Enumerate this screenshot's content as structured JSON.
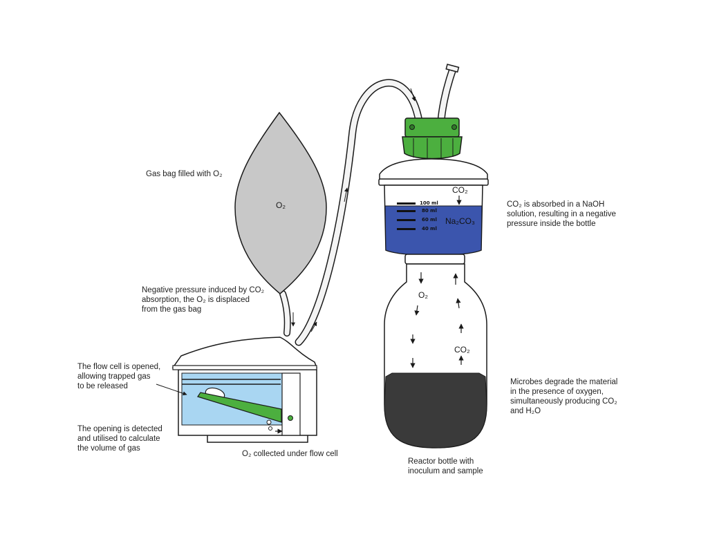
{
  "labels": {
    "gas_bag": "Gas bag filled with O₂",
    "bag_gas": "O₂",
    "negative_pressure": [
      "Negative pressure induced by CO₂",
      "absorption, the O₂ is displaced",
      "from the gas bag"
    ],
    "flow_cell_opened": [
      "The flow cell is opened,",
      "allowing trapped gas",
      "to be released"
    ],
    "opening_detected": [
      "The opening is detected",
      "and utilised to calculate",
      "the volume of gas"
    ],
    "o2_collected": "O₂ collected under flow cell",
    "co2_absorbed": [
      "CO₂ is absorbed in a NaOH",
      "solution, resulting in a negative",
      "pressure inside the bottle"
    ],
    "microbes": [
      "Microbes degrade the material",
      "in the presence of oxygen,",
      "simultaneously producing CO₂",
      "and H₂O"
    ],
    "reactor_bottle": [
      "Reactor bottle with",
      "inoculum and sample"
    ],
    "cup_co2": "CO₂",
    "cup_solution": "Na₂CO₃",
    "bottle_o2": "O₂",
    "bottle_co2": "CO₂"
  },
  "scale_marks": [
    "100 ml",
    "80 ml",
    "60 ml",
    "40 ml"
  ],
  "colors": {
    "outline": "#1a1a1a",
    "bag_fill": "#c8c8c8",
    "cap_green": "#4caf3f",
    "solution_blue": "#3b55ad",
    "water_blue": "#a9d6f2",
    "sample_dark": "#3a3a3a",
    "tube": "#f4f4f4"
  }
}
